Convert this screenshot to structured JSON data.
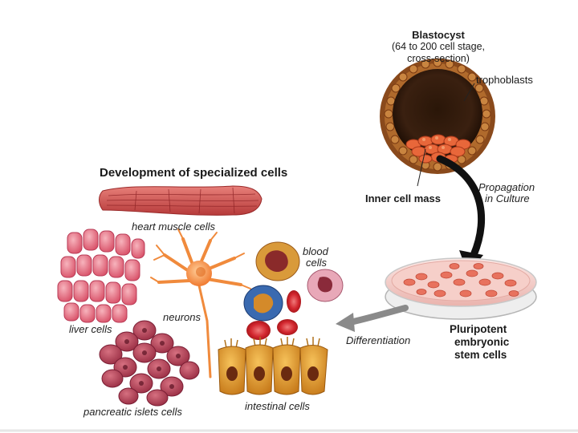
{
  "blastocyst": {
    "title": "Blastocyst",
    "subtitle_line1": "(64 to 200 cell stage,",
    "subtitle_line2": "cross-section)",
    "trophoblasts": "trophoblasts",
    "inner_cell_mass": "Inner cell mass"
  },
  "propagation": {
    "line1": "Propagation",
    "line2": "in Culture"
  },
  "stem_cells": {
    "line1": "Pluripotent",
    "line2": "embryonic",
    "line3": "stem cells"
  },
  "differentiation": "Differentiation",
  "development_title": "Development of specialized cells",
  "cells": {
    "heart": "heart muscle cells",
    "blood_line1": "blood",
    "blood_line2": "cells",
    "neurons": "neurons",
    "liver": "liver cells",
    "pancreatic": "pancreatic islets cells",
    "intestinal": "intestinal cells"
  },
  "colors": {
    "cell_red": "#d9575a",
    "cell_pink": "#f0a0a8",
    "neuron_orange": "#f08a3c",
    "intestinal_gold": "#d8962a",
    "blastocyst_brown": "#8a4a1c",
    "arrow_black": "#111111",
    "arrow_gray": "#888888"
  }
}
